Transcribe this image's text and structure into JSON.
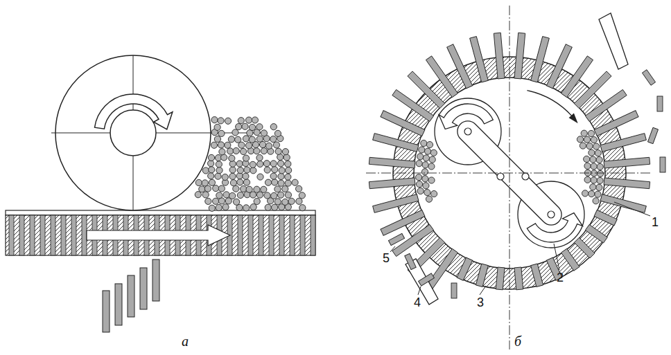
{
  "diagram": {
    "labels": [
      "а",
      "б",
      "1",
      "2",
      "3",
      "4",
      "5"
    ]
  }
}
